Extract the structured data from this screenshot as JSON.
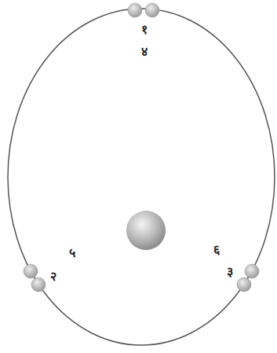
{
  "diagram": {
    "labels": [
      "१",
      "४",
      "५",
      "६",
      "२",
      "३"
    ]
  }
}
